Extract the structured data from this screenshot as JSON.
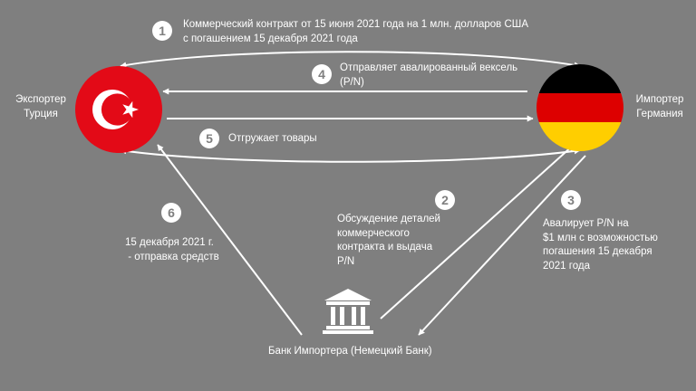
{
  "colors": {
    "background": "#7f7f7f",
    "arrow": "#ffffff",
    "turkey_red": "#e30a17",
    "germany_black": "#000000",
    "germany_red": "#dd0000",
    "germany_gold": "#ffce00"
  },
  "parties": {
    "exporter": {
      "label_line1": "Экспортер",
      "label_line2": "Турция",
      "icon": "turkey-flag-icon"
    },
    "importer": {
      "label_line1": "Импортер",
      "label_line2": "Германия",
      "icon": "germany-flag-icon"
    },
    "bank": {
      "label": "Банк Импортера (Немецкий Банк)",
      "icon": "bank-building-icon"
    }
  },
  "steps": [
    {
      "number": "1",
      "lines": [
        "Коммерческий контракт от 15 июня 2021 года на 1 млн. долларов США",
        "с погашением 15 декабря 2021 года"
      ]
    },
    {
      "number": "2",
      "lines": [
        "Обсуждение деталей",
        "коммерческого",
        "контракта и выдача",
        "P/N"
      ]
    },
    {
      "number": "3",
      "lines": [
        "Авалирует P/N на",
        "$1 млн с возможностью",
        "погашения 15 декабря",
        "2021 года"
      ]
    },
    {
      "number": "4",
      "lines": [
        "Отправляет авалированный вексель",
        "(P/N)"
      ]
    },
    {
      "number": "5",
      "lines": [
        "Отгружает товары"
      ]
    },
    {
      "number": "6",
      "lines": [
        "15 декабря 2021 г.",
        " - отправка средств"
      ]
    }
  ]
}
